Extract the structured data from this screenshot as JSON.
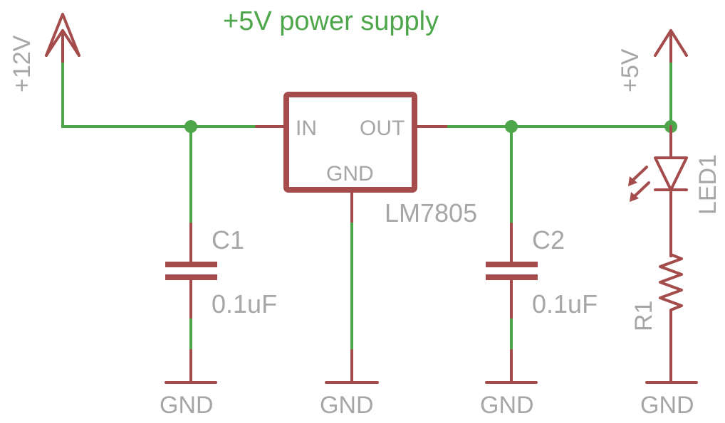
{
  "title": "+5V power supply",
  "supplies": {
    "input": "+12V",
    "output": "+5V"
  },
  "regulator": {
    "name": "LM7805",
    "pins": {
      "in": "IN",
      "out": "OUT",
      "gnd": "GND"
    }
  },
  "components": {
    "c1": {
      "name": "C1",
      "value": "0.1uF"
    },
    "c2": {
      "name": "C2",
      "value": "0.1uF"
    },
    "led": {
      "name": "LED1"
    },
    "r1": {
      "name": "R1"
    }
  },
  "grounds": [
    "GND",
    "GND",
    "GND",
    "GND"
  ],
  "colors": {
    "wire": "#4ea64a",
    "symbol": "#a44c4c",
    "label": "#a6a6a6",
    "title": "#4ea64a"
  }
}
